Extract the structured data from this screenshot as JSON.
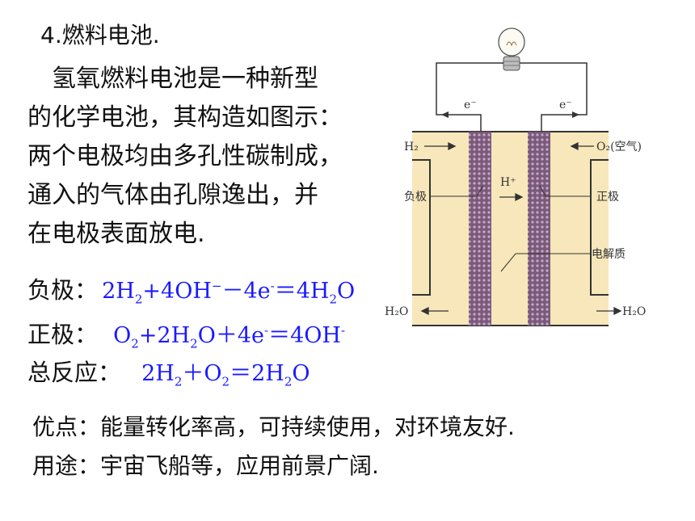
{
  "heading": "4.燃料电池.",
  "intro_lines": [
    "　氢氧燃料电池是一种新型",
    "的化学电池，其构造如图示：",
    "两个电极均由多孔性碳制成，",
    "通入的气体由孔隙逸出，并",
    "在电极表面放电."
  ],
  "equations": {
    "negative": {
      "label": "负极：",
      "p1": "2H",
      "s1": "2",
      "p2": "+4OH",
      "sup1": "−",
      "p3": "－4e",
      "sup2": "-",
      "p4": "＝4H",
      "s2": "2",
      "p5": "O"
    },
    "positive": {
      "label": "正极：",
      "p1": "O",
      "s1": "2",
      "p2": "+2H",
      "s2": "2",
      "p3": "O＋4e",
      "sup1": "-",
      "p4": "＝4OH",
      "sup2": "-"
    },
    "overall": {
      "label": "总反应：",
      "p1": "2H",
      "s1": "2",
      "p2": "＋O",
      "s2": "2",
      "p3": "＝2H",
      "s3": "2",
      "p4": "O"
    }
  },
  "advantages": "优点：能量转化率高，可持续使用，对环境友好.",
  "uses": "用途：宇宙飞船等，应用前景广阔.",
  "diagram": {
    "electron_left": "e⁻",
    "electron_right": "e⁻",
    "h2_in": "H₂",
    "o2_in": "O₂(空气)",
    "proton": "H⁺",
    "negative_electrode": "负极",
    "positive_electrode": "正极",
    "electrolyte": "电解质",
    "water_left": "H₂O",
    "water_right": "H₂O"
  },
  "colors": {
    "equation": "#1a1aff",
    "cell_fill": "#f7e7ba",
    "electrode_fill": "#8c6a8c"
  }
}
